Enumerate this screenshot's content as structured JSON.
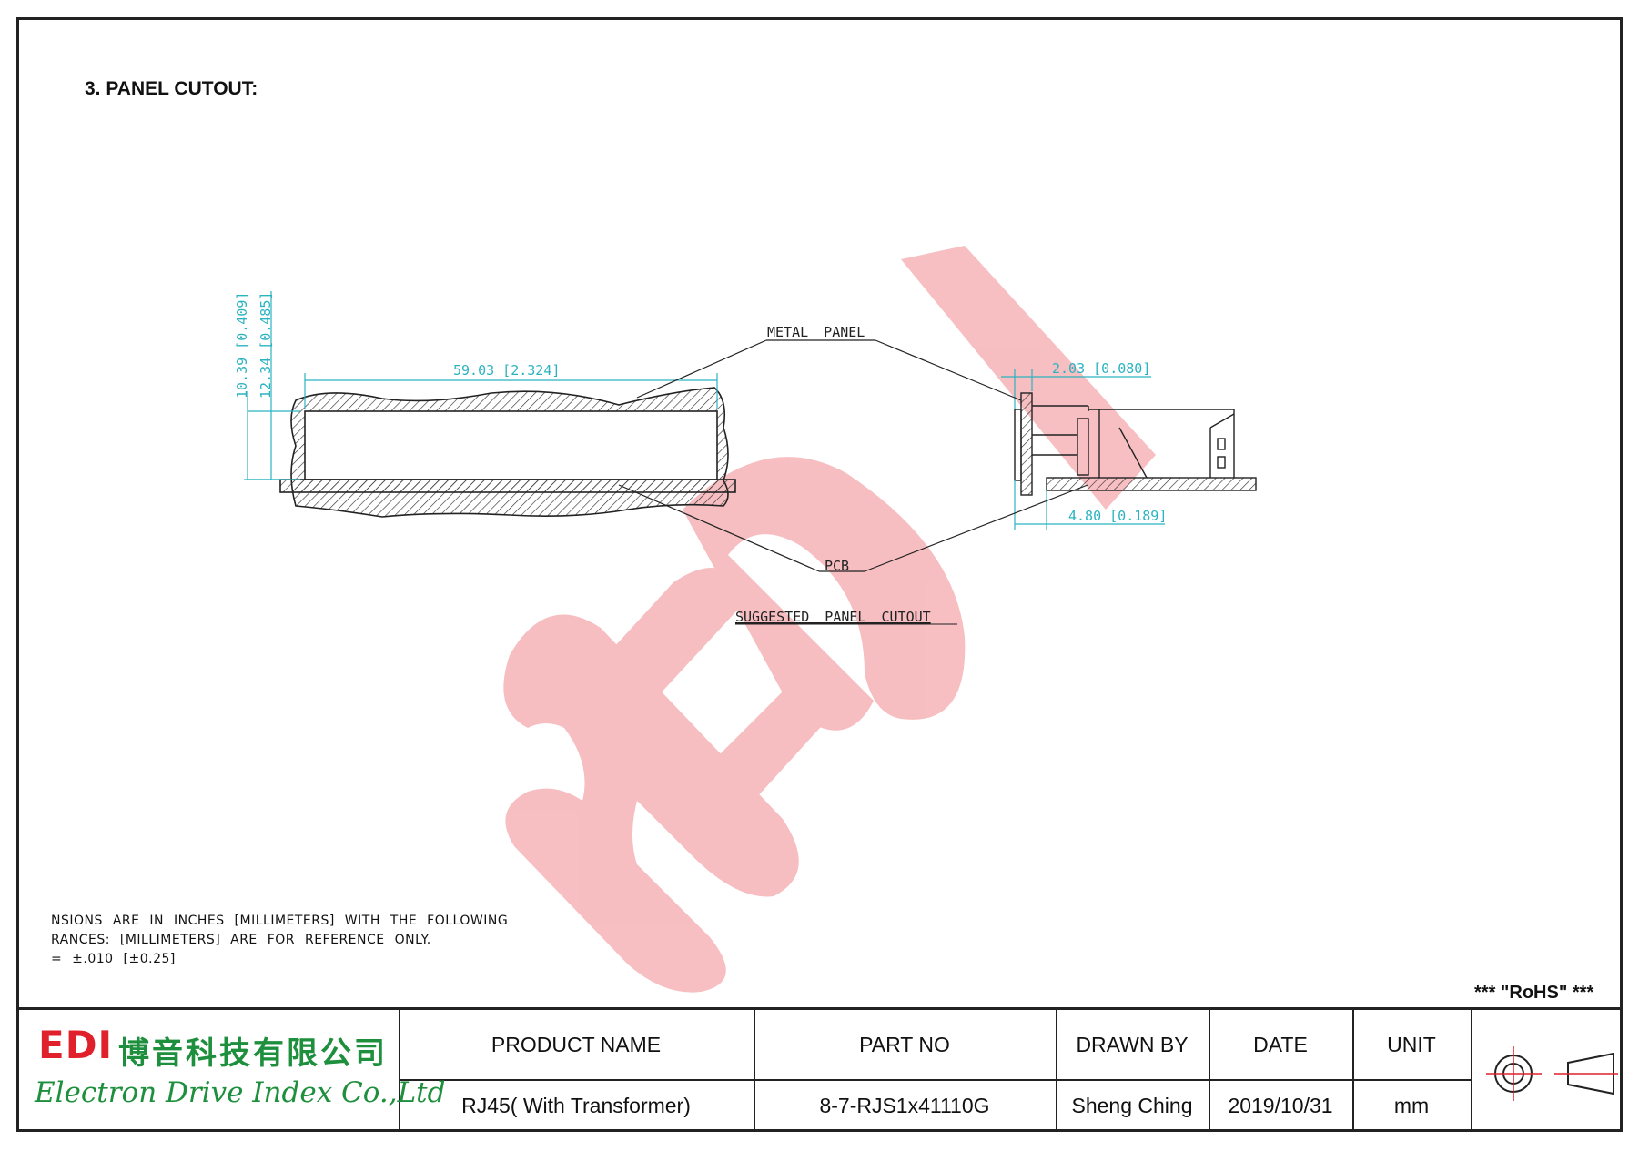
{
  "section_title": "3. PANEL CUTOUT:",
  "drawing": {
    "dim_height_1": "10.39 [0.409]",
    "dim_height_2": "12.34 [0.485]",
    "dim_width": "59.03 [2.324]",
    "dim_thickness": "2.03 [0.080]",
    "dim_offset": "4.80 [0.189]",
    "label_metal_panel": "METAL PANEL",
    "label_pcb": "PCB",
    "label_suggested": "SUGGESTED PANEL CUTOUT"
  },
  "notes": {
    "line1": "NSIONS ARE IN INCHES [MILLIMETERS] WITH THE FOLLOWING",
    "line2": "RANCES:  [MILLIMETERS] ARE FOR REFERENCE ONLY.",
    "line3": "= ±.010  [±0.25]"
  },
  "rohs": "*** \"RoHS\" ***",
  "title_block": {
    "logo_edi": "EDI",
    "logo_cn": "博音科技有限公司",
    "logo_en": "Electron Drive Index Co.,Ltd",
    "product_name_header": "PRODUCT NAME",
    "product_name_value": "RJ45( With Transformer)",
    "part_no_header": "PART  NO",
    "part_no_value": "8-7-RJS1x41110G",
    "drawn_by_header": "DRAWN BY",
    "drawn_by_value": "Sheng Ching",
    "date_header": "DATE",
    "date_value": "2019/10/31",
    "unit_header": "UNIT",
    "unit_value": "mm"
  },
  "colors": {
    "dimension": "#2bb3c0",
    "watermark": "#f4a9ad",
    "logo_red": "#e0212b",
    "logo_green": "#1e8f3c"
  }
}
